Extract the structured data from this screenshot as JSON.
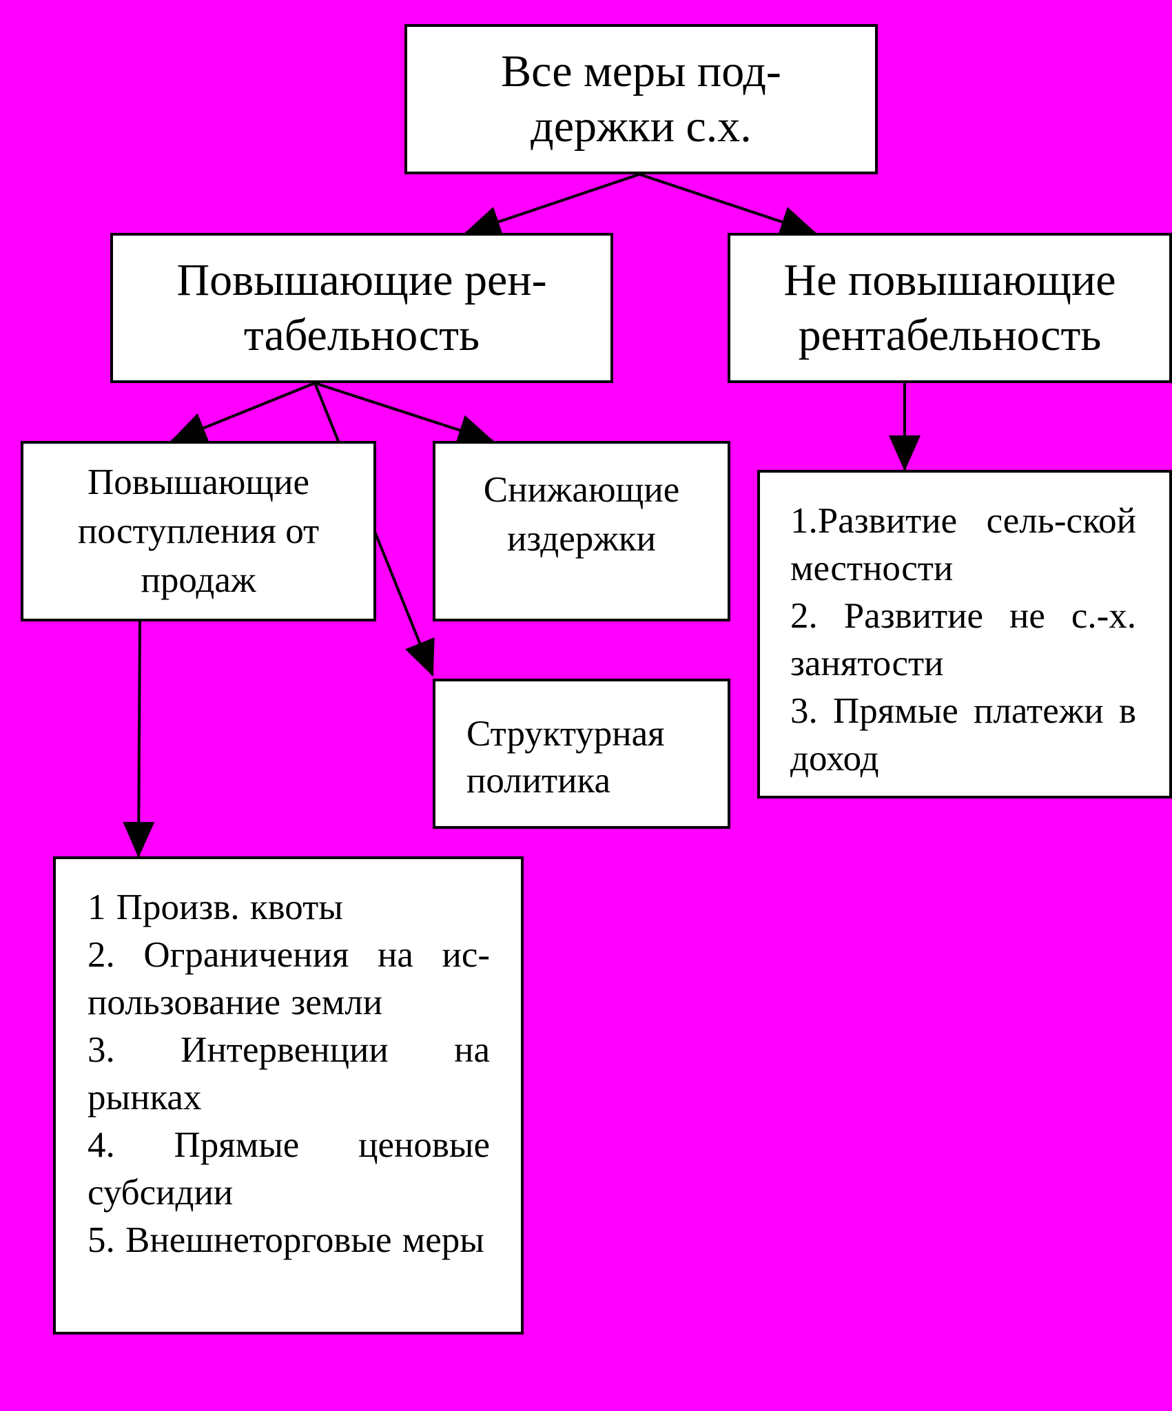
{
  "colors": {
    "background": "#FF00FF",
    "box_fill": "#FFFFFF",
    "border": "#000000",
    "text": "#000000"
  },
  "nodes": {
    "root": {
      "label": "Все меры под-\nдержки с.х."
    },
    "raising": {
      "label": "Повышающие рен-\nтабельность"
    },
    "not_raising": {
      "label": "Не повышающие\nрентабельность"
    },
    "sales": {
      "label": "Повышающие\nпоступления от\nпродаж"
    },
    "costs": {
      "label": "Снижающие\nиздержки"
    },
    "structural": {
      "label": "Структурная\nполитика"
    },
    "not_raising_list": {
      "items": [
        "1.Развитие сель-ской местности",
        "2. Развитие не с.-х. занятости",
        "3. Прямые платежи в доход"
      ]
    },
    "sales_list": {
      "items": [
        "1 Произв. квоты",
        "2. Ограничения на ис-пользование земли",
        "3. Интервенции на рынках",
        "4. Прямые ценовые субсидии",
        "5. Внешнеторговые меры"
      ]
    }
  }
}
